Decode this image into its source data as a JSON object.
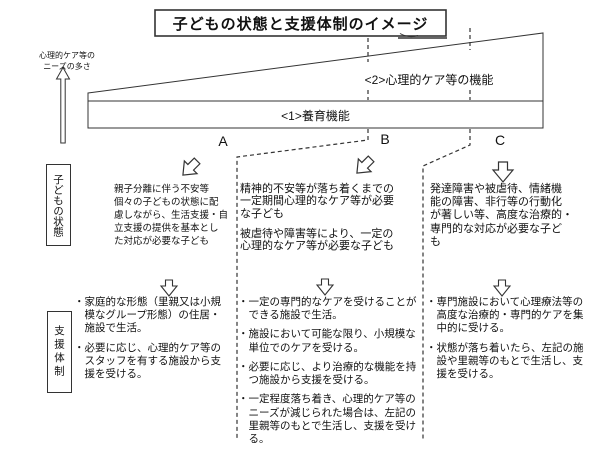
{
  "title": "子どもの状態と支援体制のイメージ",
  "axis": {
    "label": "心理的ケア等の\nニーズの多さ",
    "icon": "up-arrow"
  },
  "functions": {
    "care": "<2>心理的ケア等の機能",
    "rearing": "<1>養育機能"
  },
  "row_labels": {
    "state": "子どもの状態",
    "support": "支援体制"
  },
  "columns": {
    "a": {
      "label": "A",
      "arrow_icon": "block-arrow-down-left",
      "state": [
        "親子分離に伴う不安等\n個々の子どもの状態に配\n慮しながら、生活支援・自\n立支援の提供を基本とし\nた対応が必要な子ども"
      ],
      "flow_icon": "block-arrow-down",
      "support": [
        "・家庭的な形態（里親又は小規\n模なグループ形態）の住居・\n施設で生活。",
        "・必要に応じ、心理的ケア等の\nスタッフを有する施設から支\n援を受ける。"
      ]
    },
    "b": {
      "label": "B",
      "arrow_icon": "block-arrow-down-left",
      "state": [
        "精神的不安等が落ち着くまでの\n一定期間心理的なケア等が必要\nな子ども",
        "被虐待や障害等により、一定の\n心理的なケア等が必要な子ども"
      ],
      "flow_icon": "block-arrow-down",
      "support": [
        "・一定の専門的なケアを受けることが\nできる施設で生活。",
        "・施設において可能な限り、小規模な\n単位でのケアを受ける。",
        "・必要に応じ、より治療的な機能を持\nつ施設から支援を受ける。",
        "・一定程度落ち着き、心理的ケア等の\nニーズが減じられた場合は、左記の\n里親等のもとで生活し、支援を受け\nる。"
      ]
    },
    "c": {
      "label": "C",
      "arrow_icon": "block-arrow-down",
      "state": [
        "発達障害や被虐待、情緒機\n能の障害、非行等の行動化\nが著しい等、高度な治療的・\n専門的な対応が必要な子ど\nも"
      ],
      "flow_icon": "block-arrow-down",
      "support": [
        "・専門施設において心理療法等の\n高度な治療的・専門的ケアを集\n中的に受ける。",
        "・状態が落ち着いたら、左記の施\n設や里親等のもとで生活し、支\n援を受ける。"
      ]
    }
  },
  "colors": {
    "line": "#333333",
    "text": "#111111",
    "background": "#ffffff"
  }
}
